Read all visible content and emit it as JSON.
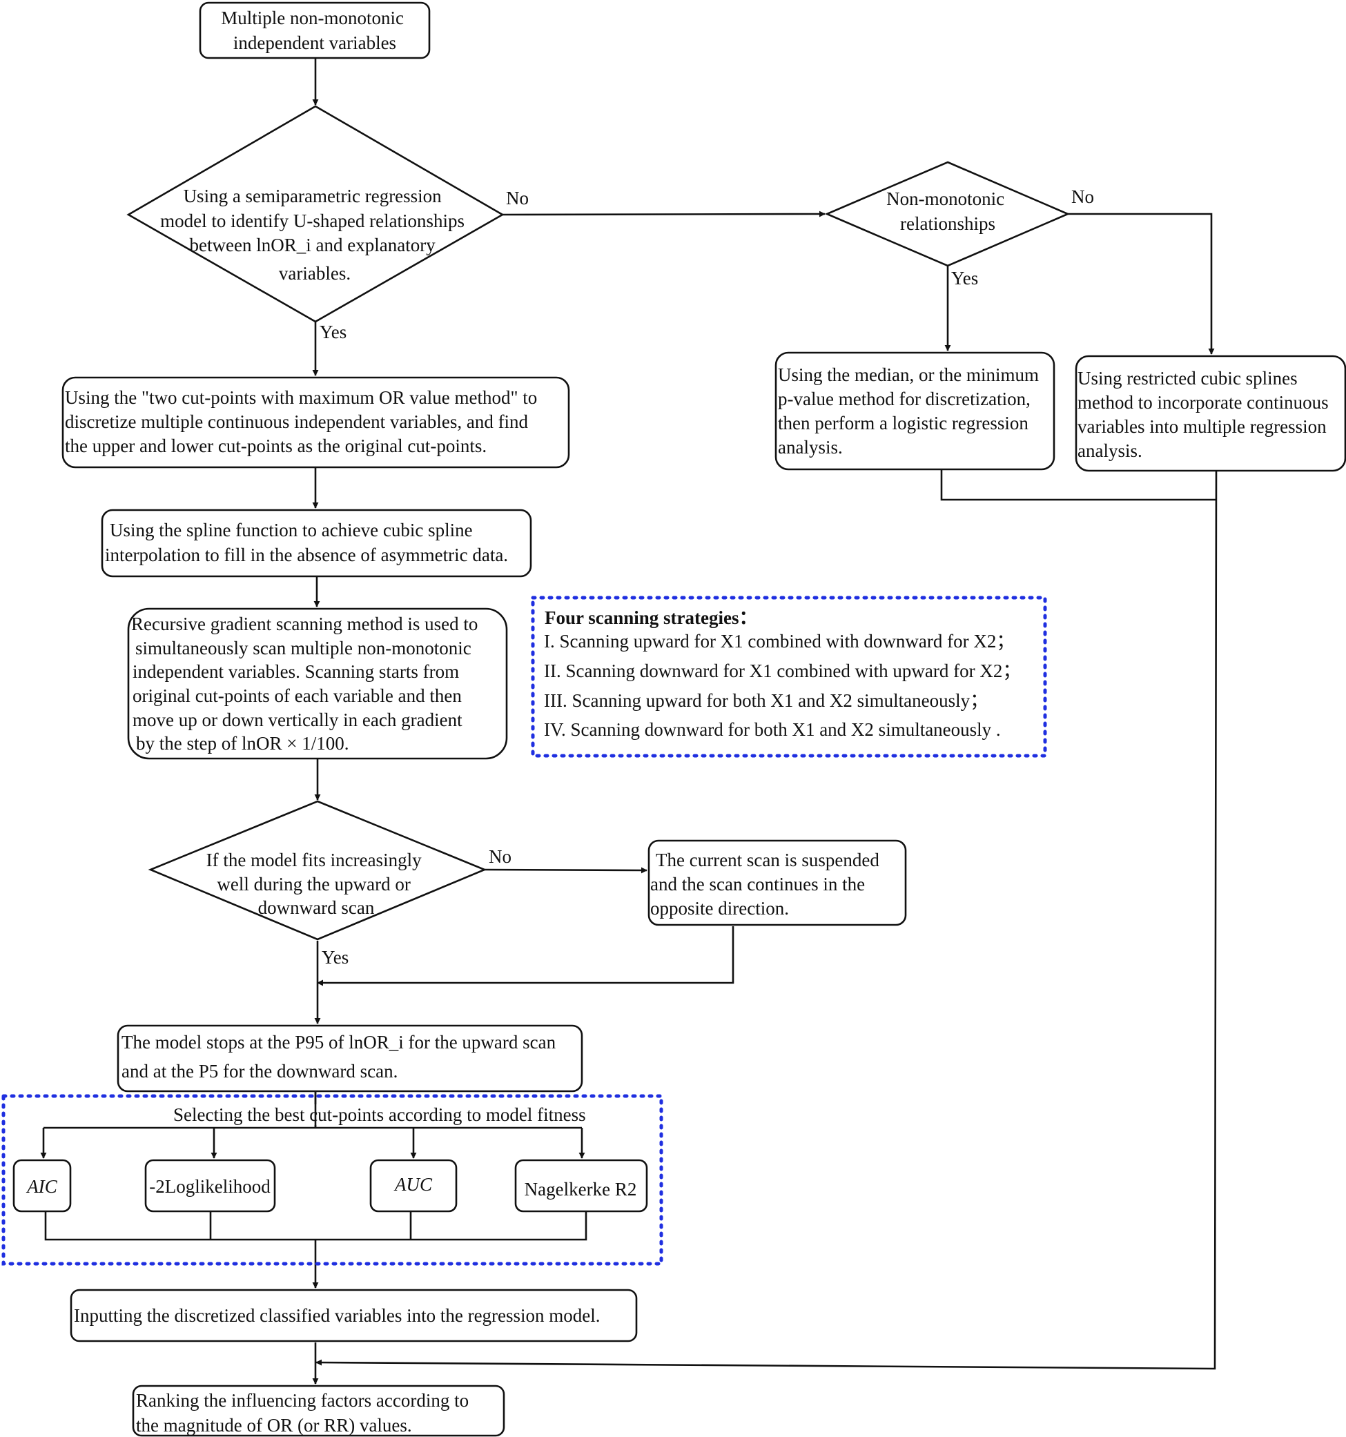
{
  "colors": {
    "stroke": "#111111",
    "dotted_frame": "#1f2fe0",
    "background": "#ffffff"
  },
  "nodes": {
    "start": {
      "lines": [
        "Multiple non-monotonic",
        "independent variables"
      ]
    },
    "semiparametric": {
      "lines": [
        "Using a semiparametric regression",
        "model to identify U-shaped relationships",
        "between lnOR_i and explanatory",
        "variables."
      ]
    },
    "non_monotonic": {
      "lines": [
        "Non-monotonic",
        "relationships"
      ]
    },
    "median_method": {
      "lines": [
        "Using the median, or the minimum",
        "p-value method for discretization,",
        "then perform a logistic regression",
        "analysis."
      ]
    },
    "rcs_method": {
      "lines": [
        "Using restricted cubic splines",
        "method to incorporate continuous",
        "variables into multiple regression",
        "analysis."
      ]
    },
    "two_cut_points": {
      "lines": [
        "Using the \"two cut-points with maximum OR value method\" to",
        "discretize multiple continuous independent variables, and find",
        "the upper and lower cut-points as the original cut-points."
      ]
    },
    "spline": {
      "lines": [
        "Using the spline function to achieve cubic spline",
        "interpolation to fill in the absence of asymmetric data."
      ]
    },
    "recursive": {
      "lines": [
        "Recursive gradient scanning method is used to",
        "simultaneously scan multiple non-monotonic",
        "independent variables. Scanning starts from",
        "original cut-points of each variable and then",
        "move up or down vertically in each gradient",
        "by the step of lnOR × 1/100."
      ]
    },
    "fits": {
      "lines": [
        "If the model fits increasingly",
        "well during the upward or",
        "downward scan"
      ]
    },
    "suspended": {
      "lines": [
        "The current scan is suspended",
        "and the scan continues in the",
        "opposite direction."
      ]
    },
    "stops": {
      "lines": [
        "The model stops at the P95 of lnOR_i for the upward scan",
        "and at the P5 for the downward scan."
      ]
    },
    "aic": {
      "label": "AIC"
    },
    "loglik": {
      "label": "-2Loglikelihood"
    },
    "auc": {
      "label": "AUC"
    },
    "nagelkerke": {
      "label": "Nagelkerke R2"
    },
    "inputting": {
      "lines": [
        "Inputting the discretized classified variables into the regression model."
      ]
    },
    "ranking": {
      "lines": [
        "Ranking the influencing factors according to",
        "the magnitude of OR (or RR) values."
      ]
    }
  },
  "edge_labels": {
    "no_1": "No",
    "no_2": "No",
    "yes_1": "Yes",
    "yes_2": "Yes",
    "no_3": "No",
    "yes_3": "Yes"
  },
  "fitness_group": {
    "title": "Selecting the best cut-points according to model fitness"
  },
  "strategies": {
    "title": "Four scanning strategies：",
    "items": [
      "I. Scanning upward for X1 combined with downward for X2；",
      "II. Scanning downward for X1 combined with upward for X2；",
      "III. Scanning upward for both X1 and X2 simultaneously；",
      "IV. Scanning downward for both X1 and X2 simultaneously ."
    ]
  }
}
